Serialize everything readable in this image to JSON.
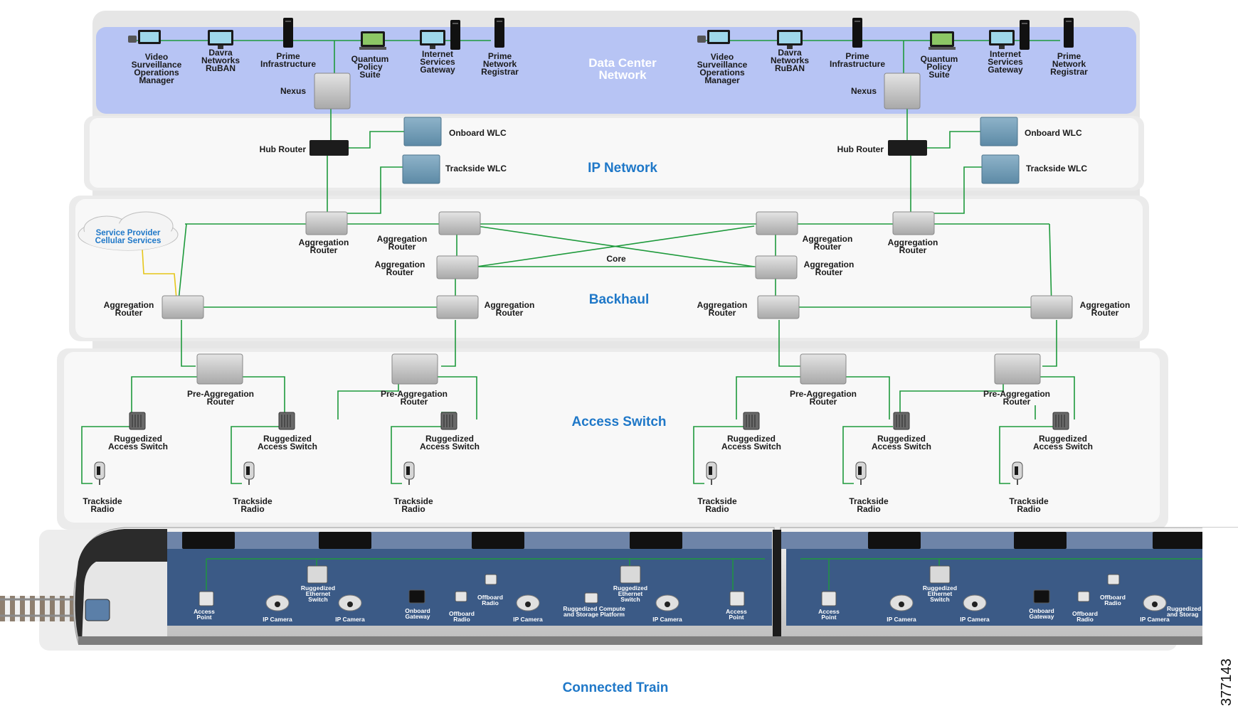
{
  "zones": {
    "data_center": "Data Center\nNetwork",
    "ip_network": "IP Network",
    "backhaul": "Backhaul",
    "access_switch": "Access Switch",
    "connected_train": "Connected Train"
  },
  "data_center": {
    "left": {
      "vsom": "Video\nSurveillance\nOperations\nManager",
      "davra": "Davra\nNetworks\nRuBAN",
      "prime_infra": "Prime\nInfrastructure",
      "quantum": "Quantum\nPolicy\nSuite",
      "isg": "Internet\nServices\nGateway",
      "pnr": "Prime\nNetwork\nRegistrar",
      "nexus": "Nexus"
    },
    "right": {
      "vsom": "Video\nSurveillance\nOperations\nManager",
      "davra": "Davra\nNetworks\nRuBAN",
      "prime_infra": "Prime\nInfrastructure",
      "quantum": "Quantum\nPolicy\nSuite",
      "isg": "Internet\nServices\nGateway",
      "pnr": "Prime\nNetwork\nRegistrar",
      "nexus": "Nexus"
    }
  },
  "ip_network": {
    "left": {
      "hub": "Hub Router",
      "onboard_wlc": "Onboard WLC",
      "trackside_wlc": "Trackside WLC"
    },
    "right": {
      "hub": "Hub Router",
      "onboard_wlc": "Onboard WLC",
      "trackside_wlc": "Trackside WLC"
    }
  },
  "backhaul": {
    "cloud": "Service Provider\nCellular Services",
    "agg": "Aggregation\nRouter",
    "core": "Core"
  },
  "access": {
    "pre_agg": "Pre-Aggregation\nRouter",
    "ras": "Ruggedized\nAccess Switch",
    "radio": "Trackside\nRadio"
  },
  "train": {
    "car1": {
      "access_point_a": "Access\nPoint",
      "ip_camera_1": "IP Camera",
      "res": "Ruggedized\nEthernet\nSwitch",
      "ip_camera_2": "IP Camera",
      "onboard_gateway": "Onboard\nGateway",
      "offboard_radio_a": "Offboard\nRadio",
      "offboard_radio_b": "Offboard\nRadio",
      "ip_camera_3": "IP Camera",
      "res2": "Ruggedized\nEthernet\nSwitch",
      "compute": "Ruggedized Compute\nand Storage Platform",
      "ip_camera_4": "IP Camera",
      "access_point_b": "Access\nPoint"
    },
    "car2": {
      "access_point": "Access\nPoint",
      "ip_camera_1": "IP Camera",
      "res": "Ruggedized\nEthernet\nSwitch",
      "ip_camera_2": "IP Camera",
      "onboard_gateway": "Onboard\nGateway",
      "offboard_radio_a": "Offboard\nRadio",
      "offboard_radio_b": "Offboard\nRadio",
      "ip_camera_3": "IP Camera",
      "compute": "Ruggedized\nand Storag"
    }
  },
  "figure_id": "377143",
  "colors": {
    "link": "#1e9a3c",
    "cellular_link": "#e6c619",
    "zone_text": "#1f78c8",
    "dc_panel": "#b7c4f4",
    "train_panel": "#3b5a86"
  }
}
